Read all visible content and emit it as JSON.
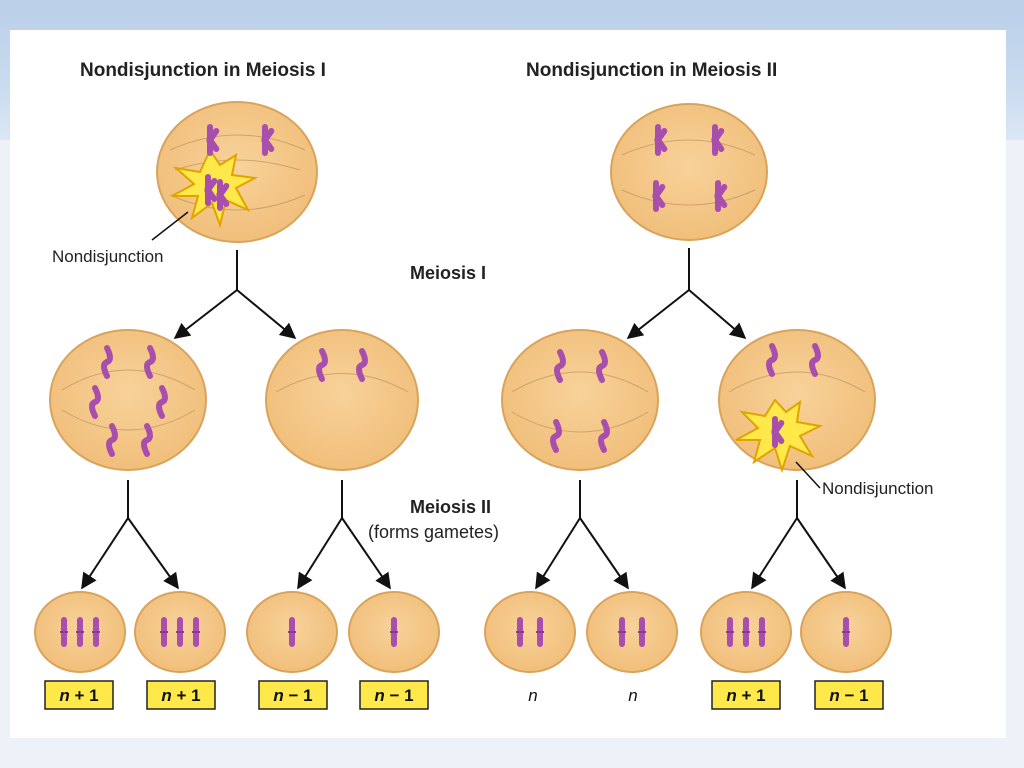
{
  "figure": {
    "left_title": "Nondisjunction in Meiosis I",
    "right_title": "Nondisjunction in Meiosis II",
    "stage_meiosis_1": "Meiosis I",
    "stage_meiosis_2": "Meiosis II",
    "stage_meiosis_2_sub": "(forms gametes)",
    "callout_left": "Nondisjunction",
    "callout_right": "Nondisjunction",
    "gamete_n": "n",
    "gamete_plus": "+ 1",
    "gamete_minus": "− 1"
  },
  "colors": {
    "cell_fill": "#f5c98a",
    "cell_stroke": "#d9a35c",
    "chromosome": "#a84fae",
    "burst": "#ffe84a",
    "burst_stroke": "#e0a300",
    "tag_bg": "#ffe84a"
  },
  "gametes": [
    {
      "label_var": "n",
      "change": "+ 1"
    },
    {
      "label_var": "n",
      "change": "+ 1"
    },
    {
      "label_var": "n",
      "change": "− 1"
    },
    {
      "label_var": "n",
      "change": "− 1"
    },
    {
      "label_var": "n",
      "change": ""
    },
    {
      "label_var": "n",
      "change": ""
    },
    {
      "label_var": "n",
      "change": "+ 1"
    },
    {
      "label_var": "n",
      "change": "− 1"
    }
  ]
}
